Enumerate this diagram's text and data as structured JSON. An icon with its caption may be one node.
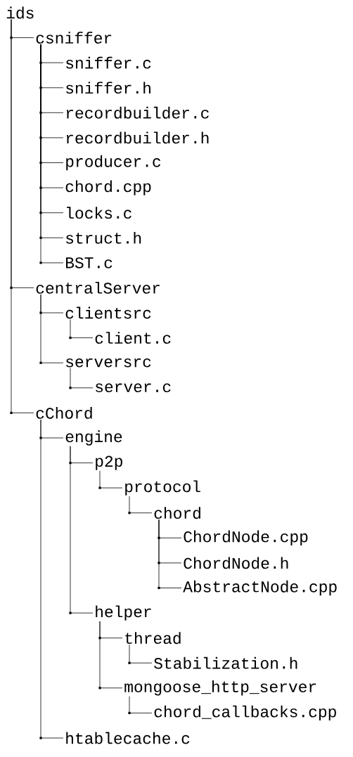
{
  "diagram": {
    "nodes": [
      {
        "text": [
          "ids"
        ]
      },
      {
        "text": [
          "csniffer"
        ]
      },
      {
        "text": [
          "sniffer.c"
        ]
      },
      {
        "text": [
          "sniffer.h"
        ]
      },
      {
        "text": [
          "recordbuilder.c"
        ]
      },
      {
        "text": [
          "recordbuilder.h"
        ]
      },
      {
        "text": [
          "producer.c"
        ]
      },
      {
        "text": [
          "chord.cpp"
        ]
      },
      {
        "text": [
          "locks.c"
        ]
      },
      {
        "text": [
          "struct.h"
        ]
      },
      {
        "text": [
          "BST.c"
        ]
      },
      {
        "text": [
          "centralServer"
        ]
      },
      {
        "text": [
          "clientsrc"
        ]
      },
      {
        "text": [
          "client.c"
        ]
      },
      {
        "text": [
          "serversrc"
        ]
      },
      {
        "text": [
          "server.c"
        ]
      },
      {
        "text": [
          "cChord"
        ]
      },
      {
        "text": [
          "engine"
        ]
      },
      {
        "text": [
          "p2p"
        ]
      },
      {
        "text": [
          "protocol"
        ]
      },
      {
        "text": [
          "chord"
        ]
      },
      {
        "text": [
          "ChordNode.cpp"
        ]
      },
      {
        "text": [
          "ChordNode.h"
        ]
      },
      {
        "text": [
          "AbstractNode.cpp"
        ]
      },
      {
        "text": [
          "helper"
        ]
      },
      {
        "text": [
          "thread"
        ]
      },
      {
        "text": [
          "Stabilization.h"
        ]
      },
      {
        "text": [
          "mongoose_http_server"
        ]
      },
      {
        "text": [
          "chord_callbacks.cpp"
        ]
      },
      {
        "text": [
          "htablecache.c"
        ]
      }
    ],
    "edges": [
      {
        "from": 0,
        "to": 1,
        "arrow": "none"
      },
      {
        "from": 1,
        "to": 2,
        "arrow": "none"
      },
      {
        "from": 1,
        "to": 3,
        "arrow": "none"
      },
      {
        "from": 1,
        "to": 4,
        "arrow": "none"
      },
      {
        "from": 1,
        "to": 5,
        "arrow": "none"
      },
      {
        "from": 1,
        "to": 6,
        "arrow": "none"
      },
      {
        "from": 1,
        "to": 7,
        "arrow": "none"
      },
      {
        "from": 1,
        "to": 8,
        "arrow": "none"
      },
      {
        "from": 1,
        "to": 9,
        "arrow": "none"
      },
      {
        "from": 1,
        "to": 10,
        "arrow": "none"
      },
      {
        "from": 0,
        "to": 11,
        "arrow": "none"
      },
      {
        "from": 11,
        "to": 12,
        "arrow": "none"
      },
      {
        "from": 12,
        "to": 13,
        "arrow": "none"
      },
      {
        "from": 11,
        "to": 14,
        "arrow": "none"
      },
      {
        "from": 14,
        "to": 15,
        "arrow": "none"
      },
      {
        "from": 0,
        "to": 16,
        "arrow": "none"
      },
      {
        "from": 16,
        "to": 17,
        "arrow": "none"
      },
      {
        "from": 17,
        "to": 18,
        "arrow": "none"
      },
      {
        "from": 18,
        "to": 19,
        "arrow": "none"
      },
      {
        "from": 19,
        "to": 20,
        "arrow": "none"
      },
      {
        "from": 20,
        "to": 21,
        "arrow": "none"
      },
      {
        "from": 20,
        "to": 22,
        "arrow": "none"
      },
      {
        "from": 20,
        "to": 23,
        "arrow": "none"
      },
      {
        "from": 17,
        "to": 24,
        "arrow": "none"
      },
      {
        "from": 24,
        "to": 25,
        "arrow": "none"
      },
      {
        "from": 25,
        "to": 26,
        "arrow": "none"
      },
      {
        "from": 24,
        "to": 27,
        "arrow": "none"
      },
      {
        "from": 27,
        "to": 28,
        "arrow": "none"
      },
      {
        "from": 16,
        "to": 29,
        "arrow": "none"
      }
    ]
  }
}
